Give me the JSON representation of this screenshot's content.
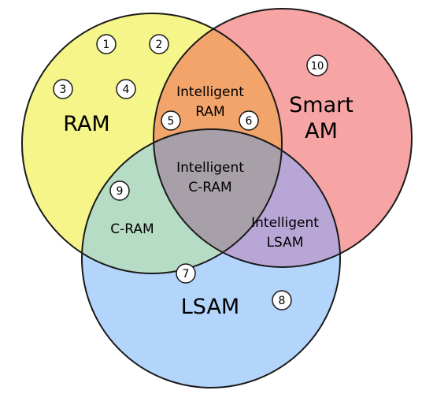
{
  "sets": {
    "ram": {
      "label": "RAM",
      "color": "#f5f58a"
    },
    "smart_am": {
      "label_line1": "Smart",
      "label_line2": "AM",
      "color": "#f7a4a4"
    },
    "lsam": {
      "label": "LSAM",
      "color": "#b3d5fb"
    }
  },
  "regions": {
    "intelligent_ram": {
      "line1": "Intelligent",
      "line2": "RAM",
      "color": "#f2a46b"
    },
    "c_ram": {
      "label": "C-RAM",
      "color": "#b7dcc5"
    },
    "intelligent_lsam": {
      "line1": "Intelligent",
      "line2": "LSAM",
      "color": "#b7a6d6"
    },
    "intelligent_c_ram": {
      "line1": "Intelligent",
      "line2": "C-RAM",
      "color": "#a8a0a8"
    }
  },
  "markers": [
    "1",
    "2",
    "3",
    "4",
    "5",
    "6",
    "7",
    "8",
    "9",
    "10"
  ]
}
